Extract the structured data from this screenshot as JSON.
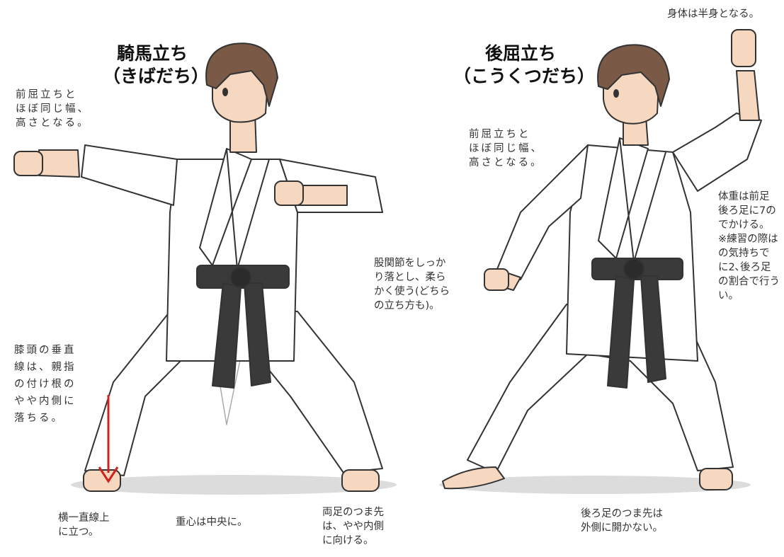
{
  "left": {
    "title_line1": "騎馬立ち",
    "title_line2": "（きばだち）",
    "note_width": [
      "前屈立ちと",
      "ほぼ同じ幅、",
      "高さとなる。"
    ],
    "note_knee": [
      "膝頭の垂直",
      "線は、親指",
      "の付け根の",
      "やや内側に",
      "落ちる。"
    ],
    "note_line": [
      "横一直線上",
      "に立つ。"
    ],
    "note_center": "重心は中央に。",
    "note_toes": [
      "両足のつま先",
      "は、やや内側",
      "に向ける。"
    ]
  },
  "middle": {
    "note_hip": [
      "股関節をしっか",
      "り落とし、柔ら",
      "かく使う(どちら",
      "の立ち方も)。"
    ]
  },
  "right": {
    "top_note": "身体は半身となる。",
    "title_line1": "後屈立ち",
    "title_line2": "（こうくつだち）",
    "note_width": [
      "前屈立ちと",
      "ほぼ同じ幅、",
      "高さとなる。"
    ],
    "note_weight": [
      "体重は前足",
      "後ろ足に7の",
      "でかける。",
      "※練習の際は",
      "の気持ちで",
      "に2､後ろ足",
      "の割合で行う",
      "い。"
    ],
    "note_back_foot": [
      "後ろ足のつま先は",
      "外側に開かない。"
    ]
  },
  "colors": {
    "arrow": "#d0211c",
    "belt": "#3a3a3a",
    "skin": "#f6d7c0",
    "hair": "#7a5a46",
    "gi": "#ffffff",
    "shadow": "#d9d9d9"
  }
}
